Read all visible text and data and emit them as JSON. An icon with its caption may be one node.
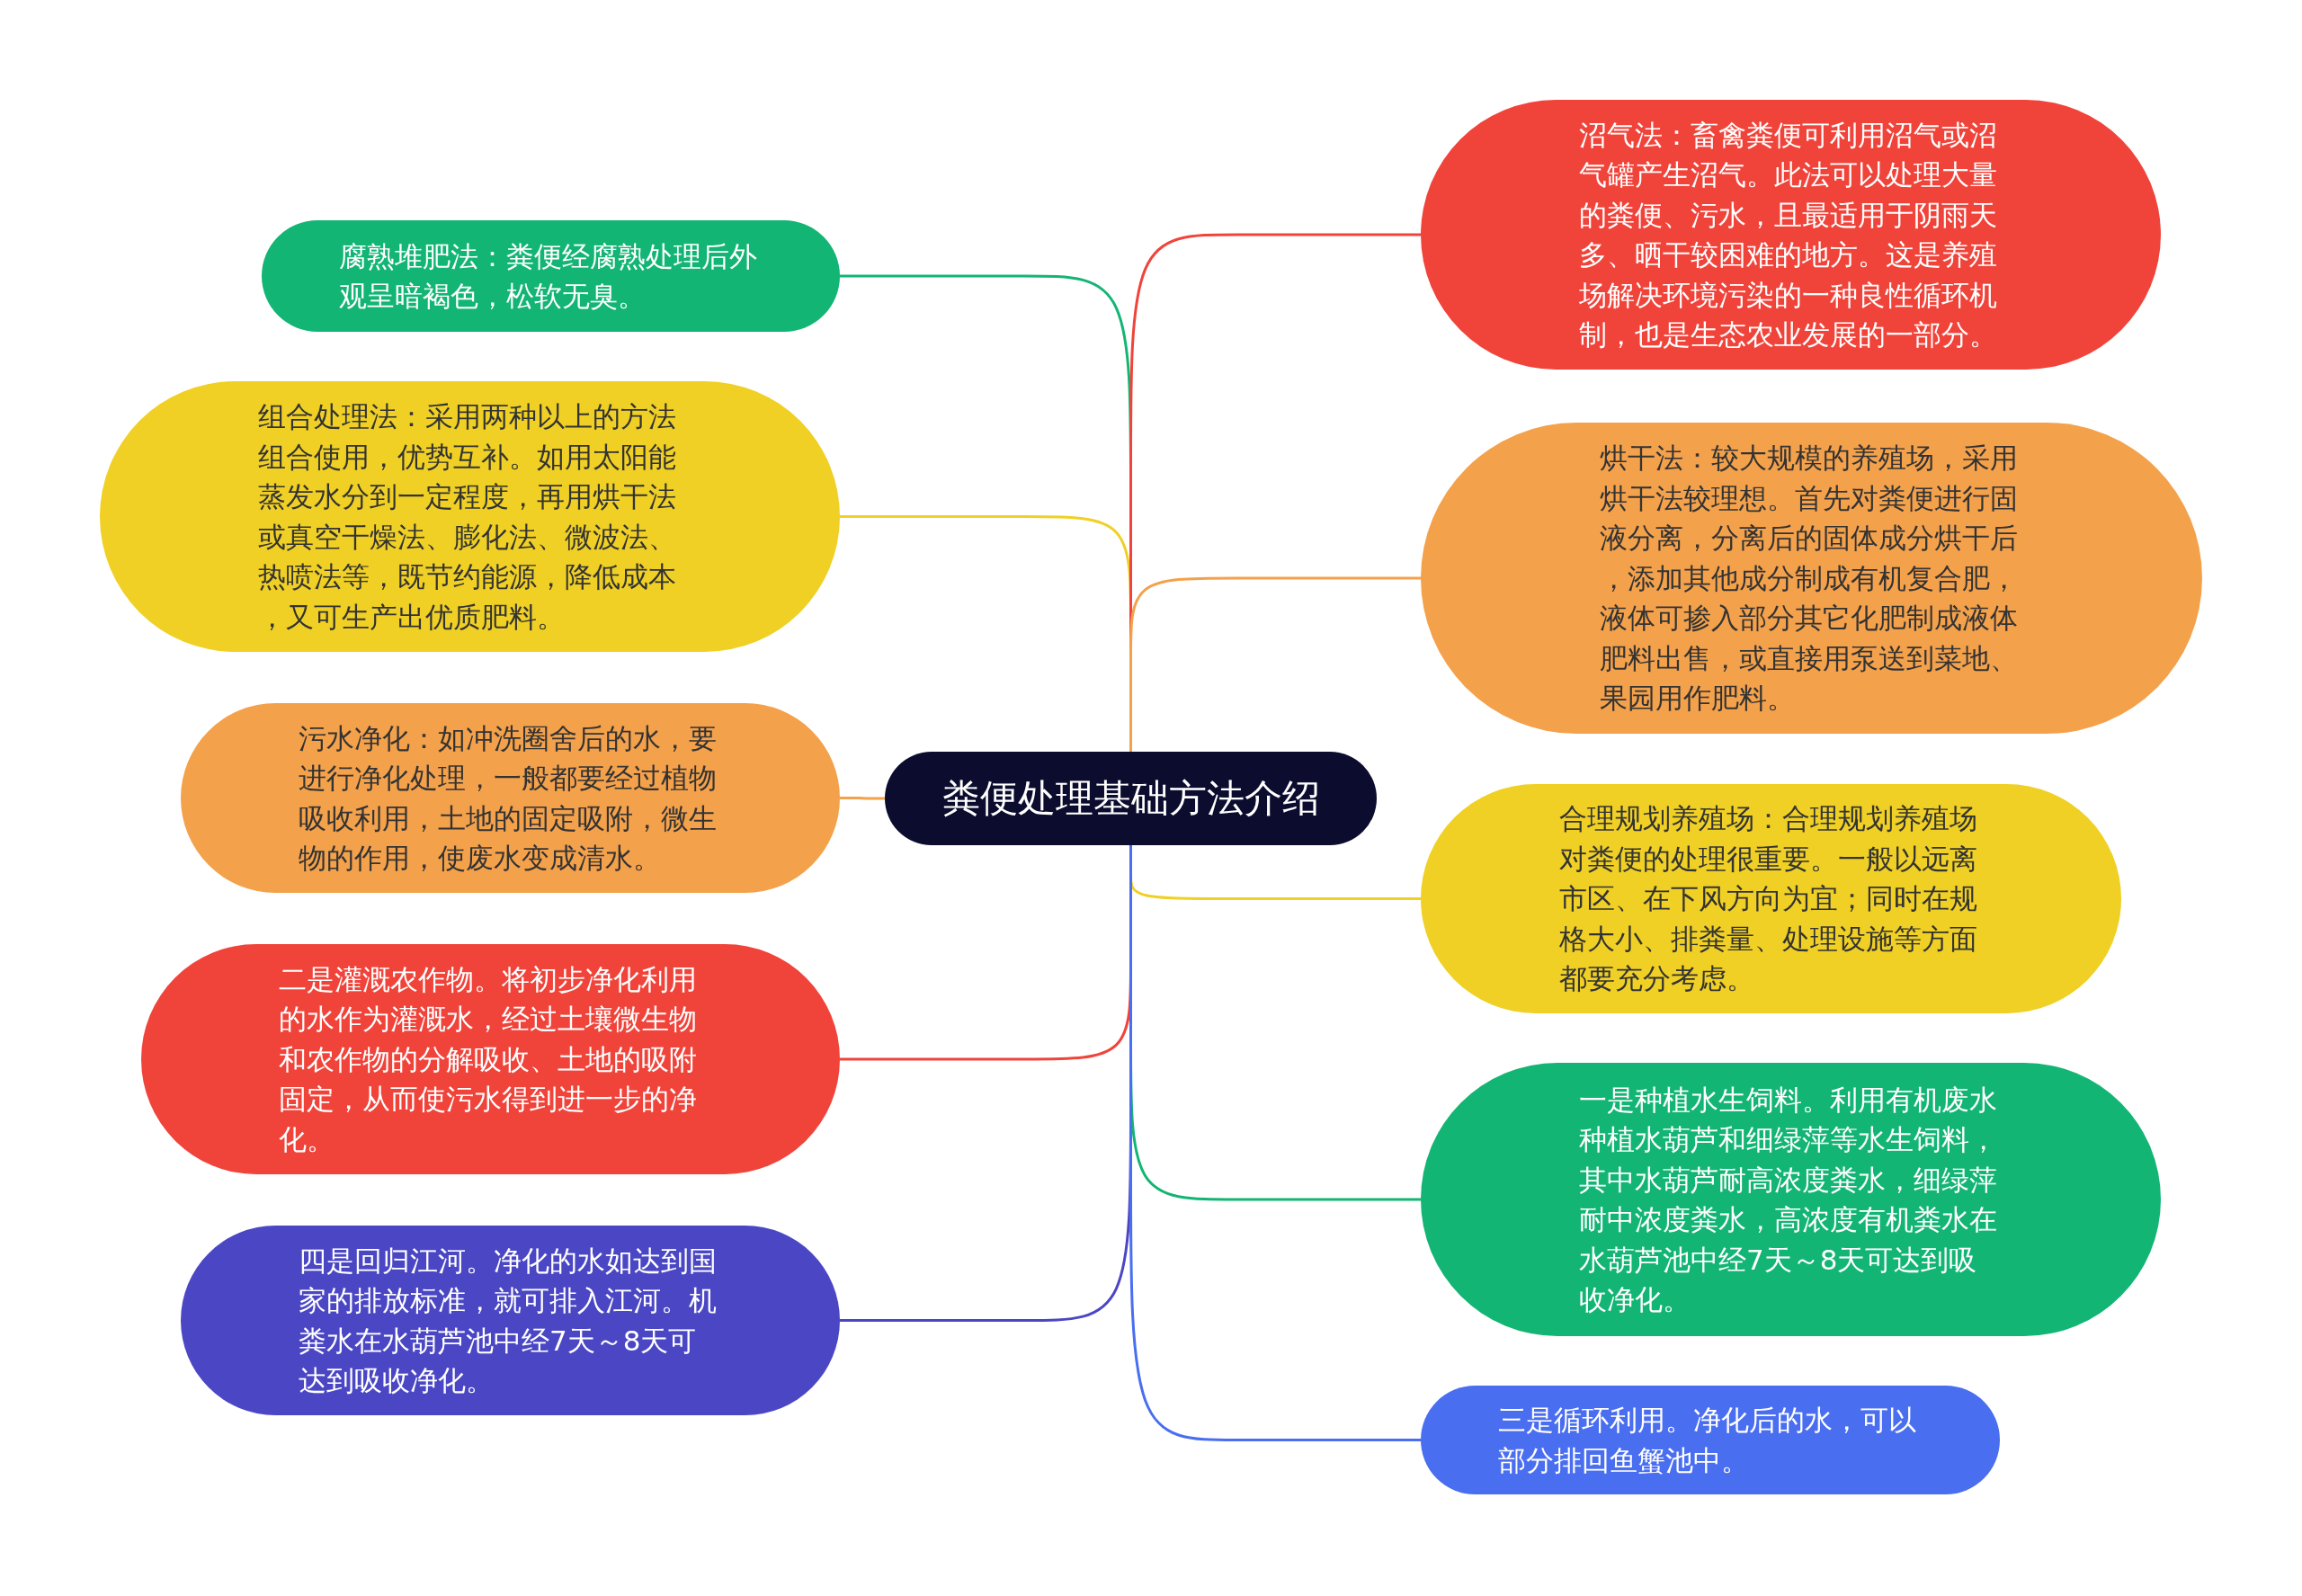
{
  "diagram": {
    "nodes": [
      {
        "text": [
          "粪便处理基础方法介绍"
        ]
      },
      {
        "text": [
          "腐熟堆肥法：粪便经腐熟处理后外观呈暗褐色，松软无臭。"
        ]
      },
      {
        "text": [
          "组合处理法：采用两种以上的方法组合使用，优势互补。如用太阳能蒸发水分到一定程度，再用烘干法或真空干燥法、膨化法、微波法、热喷法等，既节约能源，降低成本，又可生产出优质肥料。"
        ]
      },
      {
        "text": [
          "污水净化：如冲洗圈舍后的水，要进行净化处理，一般都要经过植物吸收利用，土地的固定吸附，微生物的作用，使废水变成清水。"
        ]
      },
      {
        "text": [
          "二是灌溉农作物。将初步净化利用的水作为灌溉水，经过土壤微生物和农作物的分解吸收、土地的吸附固定，从而使污水得到进一步的净化。"
        ]
      },
      {
        "text": [
          "四是回归江河。净化的水如达到国家的排放标准，就可排入江河。机粪水在水葫芦池中经7天～8天可达到吸收净化。"
        ]
      },
      {
        "text": [
          "沼气法：畜禽粪便可利用沼气或沼气罐产生沼气。此法可以处理大量的粪便、污水，且最适用于阴雨天多、晒干较困难的地方。这是养殖场解决环境污染的一种良性循环机制，也是生态农业发展的一部分。"
        ]
      },
      {
        "text": [
          "烘干法：较大规模的养殖场，采用烘干法较理想。首先对粪便进行固液分离，分离后的固体成分烘干后，添加其他成分制成有机复合肥，液体可掺入部分其它化肥制成液体肥料出售，或直接用泵送到菜地、果园用作肥料。"
        ]
      },
      {
        "text": [
          "合理规划养殖场：合理规划养殖场对粪便的处理很重要。一般以远离市区、在下风方向为宜；同时在规格大小、排粪量、处理设施等方面都要充分考虑。"
        ]
      },
      {
        "text": [
          "一是种植水生饲料。利用有机废水种植水葫芦和细绿萍等水生饲料，其中水葫芦耐高浓度粪水，细绿萍耐中浓度粪水，高浓度有机粪水在水葫芦池中经7天～8天可达到吸收净化。"
        ]
      },
      {
        "text": [
          "三是循环利用。净化后的水，可以部分排回鱼蟹池中。"
        ]
      }
    ],
    "edges": [
      {
        "from": 0,
        "to": 1,
        "arrow": "none",
        "color": "#13b574"
      },
      {
        "from": 0,
        "to": 2,
        "arrow": "none",
        "color": "#f0d024"
      },
      {
        "from": 0,
        "to": 3,
        "arrow": "none",
        "color": "#f4a14b"
      },
      {
        "from": 0,
        "to": 4,
        "arrow": "none",
        "color": "#f0443b"
      },
      {
        "from": 0,
        "to": 5,
        "arrow": "none",
        "color": "#4b47c4"
      },
      {
        "from": 0,
        "to": 6,
        "arrow": "none",
        "color": "#f0443b"
      },
      {
        "from": 0,
        "to": 7,
        "arrow": "none",
        "color": "#f4a14b"
      },
      {
        "from": 0,
        "to": 8,
        "arrow": "none",
        "color": "#f0d024"
      },
      {
        "from": 0,
        "to": 9,
        "arrow": "none",
        "color": "#13b574"
      },
      {
        "from": 0,
        "to": 10,
        "arrow": "none",
        "color": "#4a6ef0"
      }
    ]
  }
}
